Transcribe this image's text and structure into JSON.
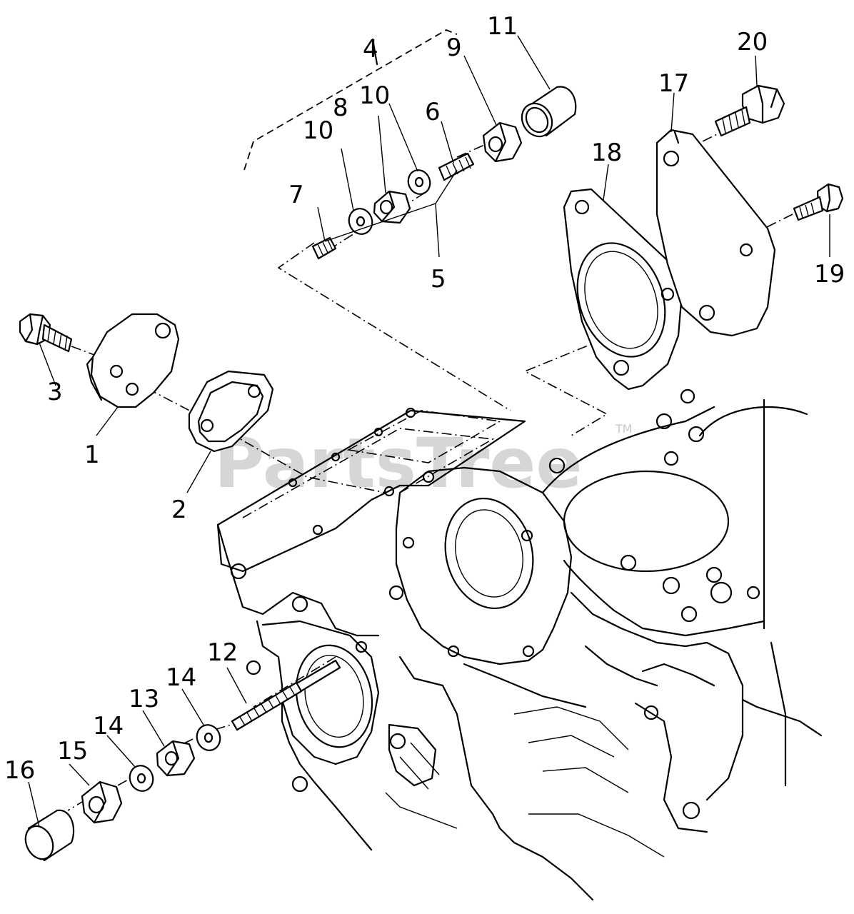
{
  "watermark": {
    "text": "PartsTree",
    "trademark": "TM"
  },
  "callouts": [
    "1",
    "2",
    "3",
    "4",
    "5",
    "6",
    "7",
    "8",
    "9",
    "10",
    "10",
    "11",
    "12",
    "13",
    "14",
    "14",
    "15",
    "16",
    "17",
    "18",
    "19",
    "20"
  ]
}
